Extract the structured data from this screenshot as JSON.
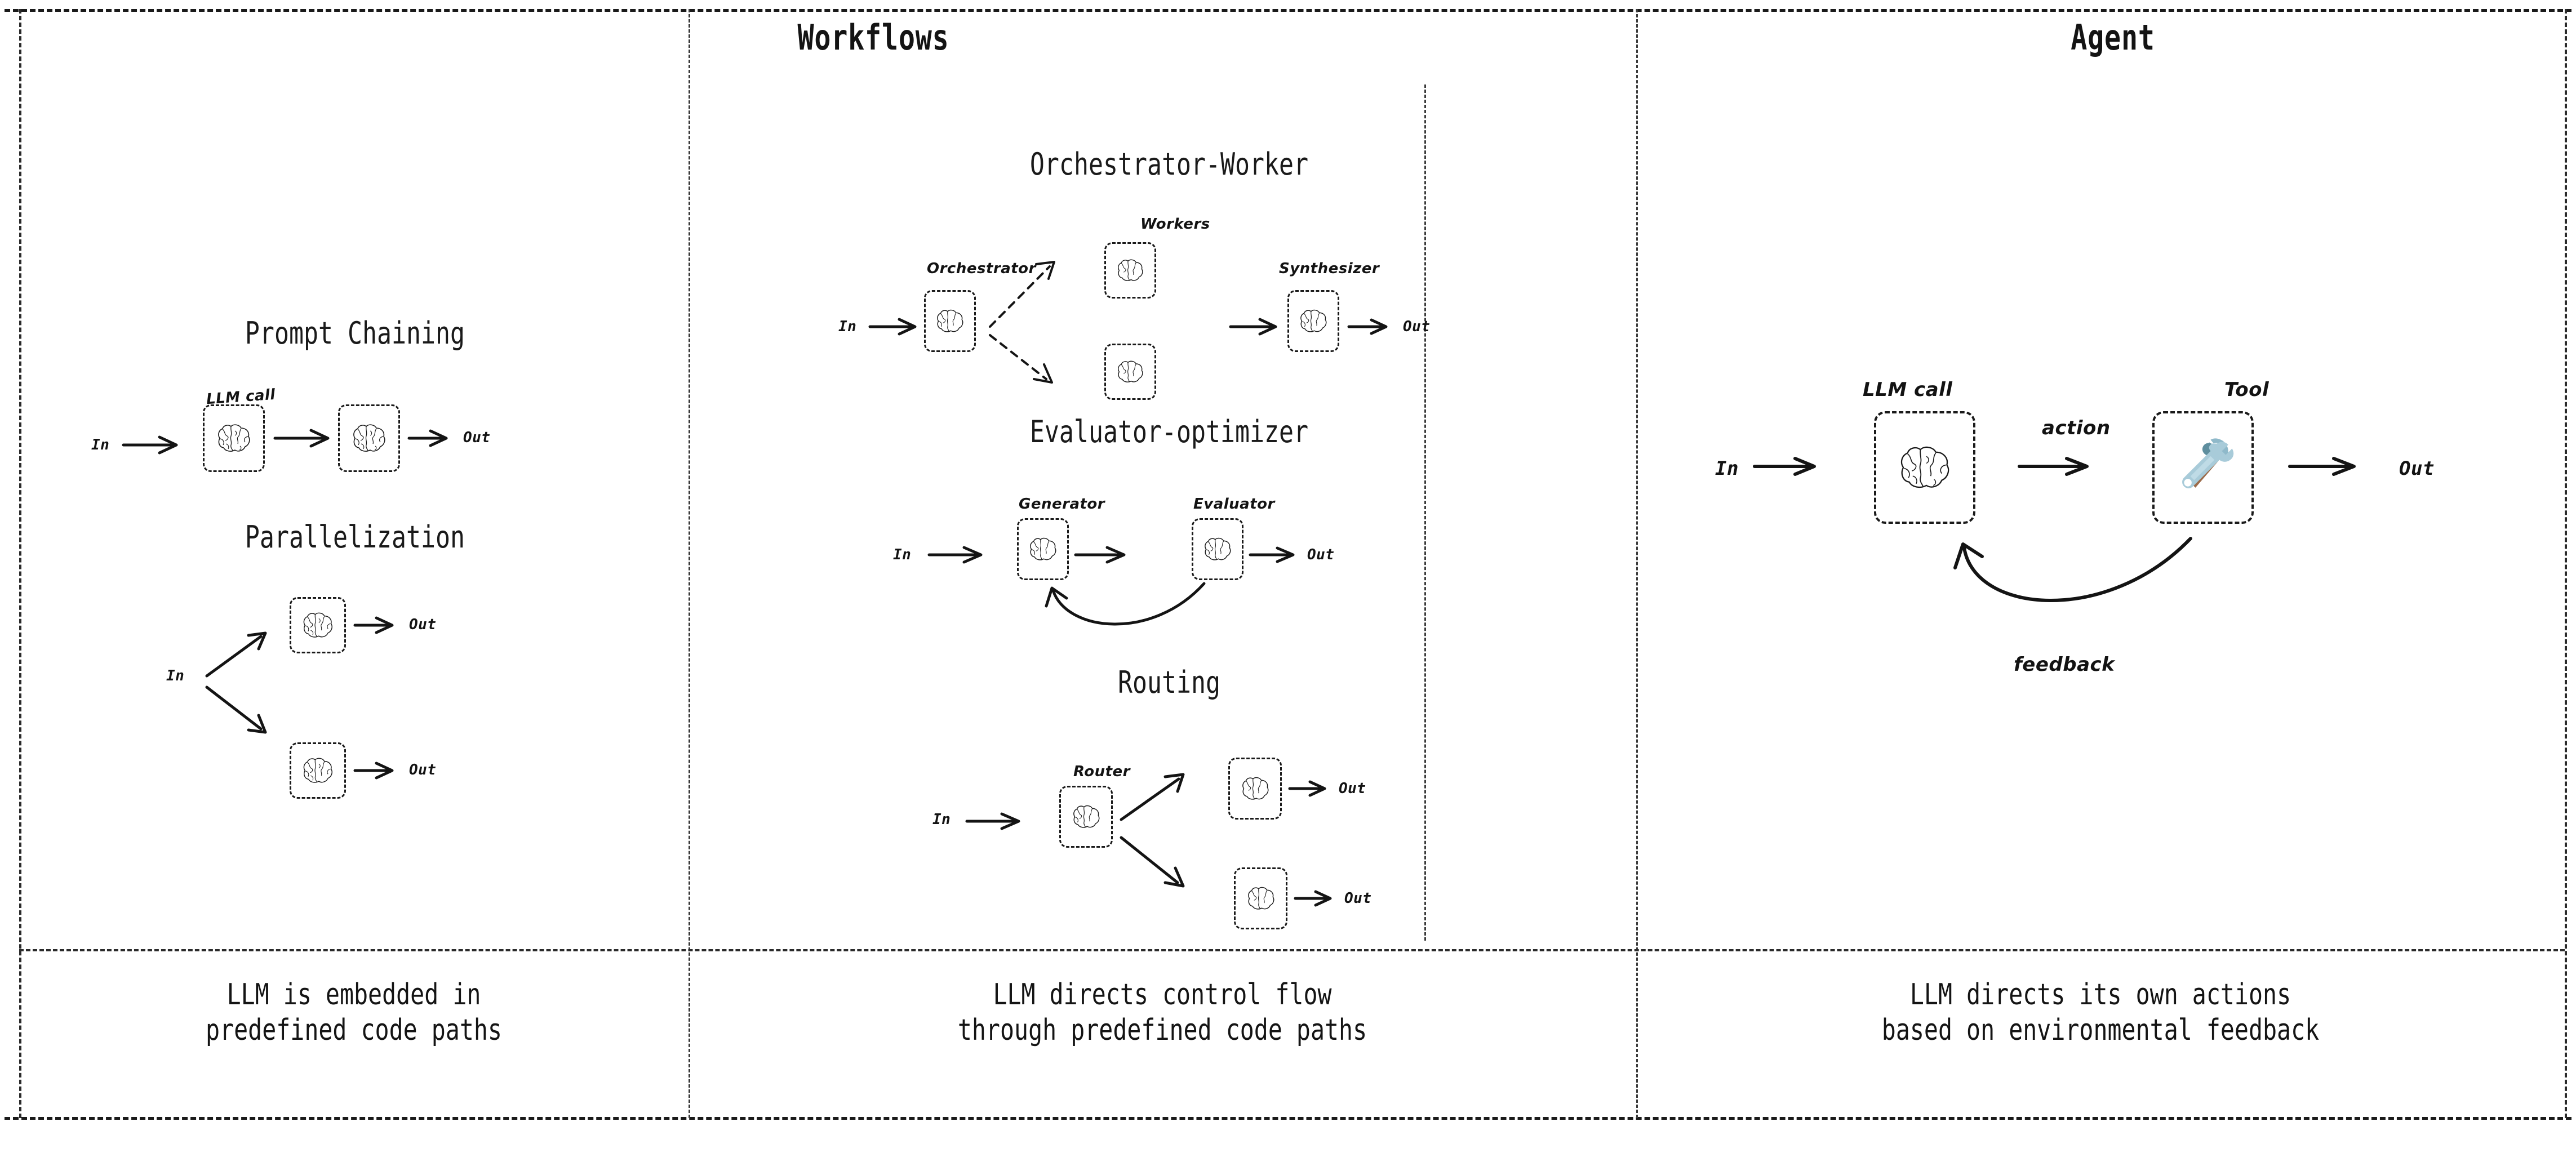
{
  "columns": {
    "workflows_header": "Workflows",
    "agent_header": "Agent"
  },
  "captions": {
    "left_line1": "LLM is embedded in",
    "left_line2": "predefined code paths",
    "middle_line1": "LLM directs control flow",
    "middle_line2": "through predefined code paths",
    "right_line1": "LLM directs its own actions",
    "right_line2": "based on environmental feedback"
  },
  "patterns": {
    "prompt_chaining": {
      "title": "Prompt Chaining",
      "in_label": "In",
      "out_label": "Out",
      "node_label": "LLM call",
      "icon": "brain-icon"
    },
    "parallelization": {
      "title": "Parallelization",
      "in_label": "In",
      "out_label_top": "Out",
      "out_label_bottom": "Out",
      "icon": "brain-icon"
    },
    "orchestrator_worker": {
      "title": "Orchestrator-Worker",
      "in_label": "In",
      "out_label": "Out",
      "orchestrator_label": "Orchestrator",
      "workers_label": "Workers",
      "synthesizer_label": "Synthesizer",
      "icon": "brain-icon"
    },
    "evaluator_optimizer": {
      "title": "Evaluator-optimizer",
      "in_label": "In",
      "out_label": "Out",
      "generator_label": "Generator",
      "evaluator_label": "Evaluator",
      "icon": "brain-icon"
    },
    "routing": {
      "title": "Routing",
      "in_label": "In",
      "router_label": "Router",
      "out_label_top": "Out",
      "out_label_bottom": "Out",
      "icon": "brain-icon"
    },
    "agent": {
      "in_label": "In",
      "out_label": "Out",
      "llm_call_label": "LLM call",
      "tool_label": "Tool",
      "action_label": "action",
      "feedback_label": "feedback",
      "llm_icon": "brain-icon",
      "tool_icon": "hammer-and-wrench-icon"
    }
  },
  "colors": {
    "ink": "#141414",
    "border": "#1a1a1a",
    "background": "#ffffff",
    "tool_metal": "#8fb9ca",
    "tool_metal_light": "#b8d7e2",
    "tool_metal_dark": "#5e8e9e",
    "tool_handle": "#9c6b4a"
  }
}
